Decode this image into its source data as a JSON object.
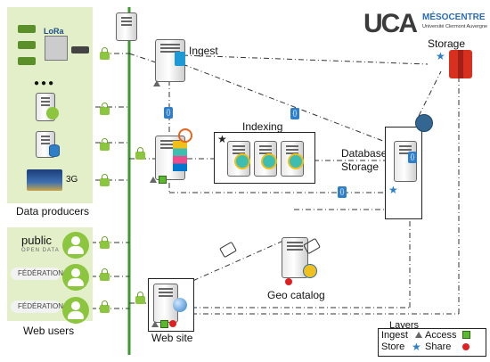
{
  "logo": {
    "brand": "UCA",
    "center": "MÉSOCENTRE",
    "sub": "Université Clermont Auvergne"
  },
  "labels": {
    "ingest": "Ingest",
    "indexing": "Indexing",
    "storage": "Storage",
    "database_storage_1": "Database",
    "database_storage_2": "Storage",
    "geo_catalog": "Geo catalog",
    "web_site": "Web site",
    "data_producers": "Data producers",
    "web_users": "Web users"
  },
  "producers": {
    "lora": "LoRa",
    "threeg": "3G",
    "dots": "●●●"
  },
  "web_users": {
    "public": "public",
    "open_data": "OPEN DATA",
    "federation_1": "FÉDÉRATION",
    "federation_2": "FÉDÉRATION"
  },
  "legend": {
    "title": "Layers",
    "row1_left": "Ingest",
    "row1_mid": "Access",
    "row2_left": "Store",
    "row2_mid": "Share"
  },
  "icons": {
    "doc": "{}",
    "star": "★",
    "chevron": "»"
  },
  "colors": {
    "green_panel": "#e3efc8",
    "green_line": "#3d9a2f",
    "accent_blue": "#2f7fc8",
    "lock_green": "#8cc63f",
    "storage_red": "#d7301f"
  }
}
